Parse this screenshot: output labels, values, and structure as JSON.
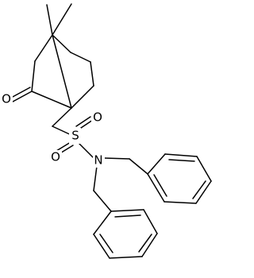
{
  "molecule": {
    "atoms": {
      "oxygen_ketone": "O",
      "sulfur": "S",
      "oxygen_sulfonyl_top": "O",
      "oxygen_sulfonyl_bottom": "O",
      "nitrogen": "N"
    }
  }
}
